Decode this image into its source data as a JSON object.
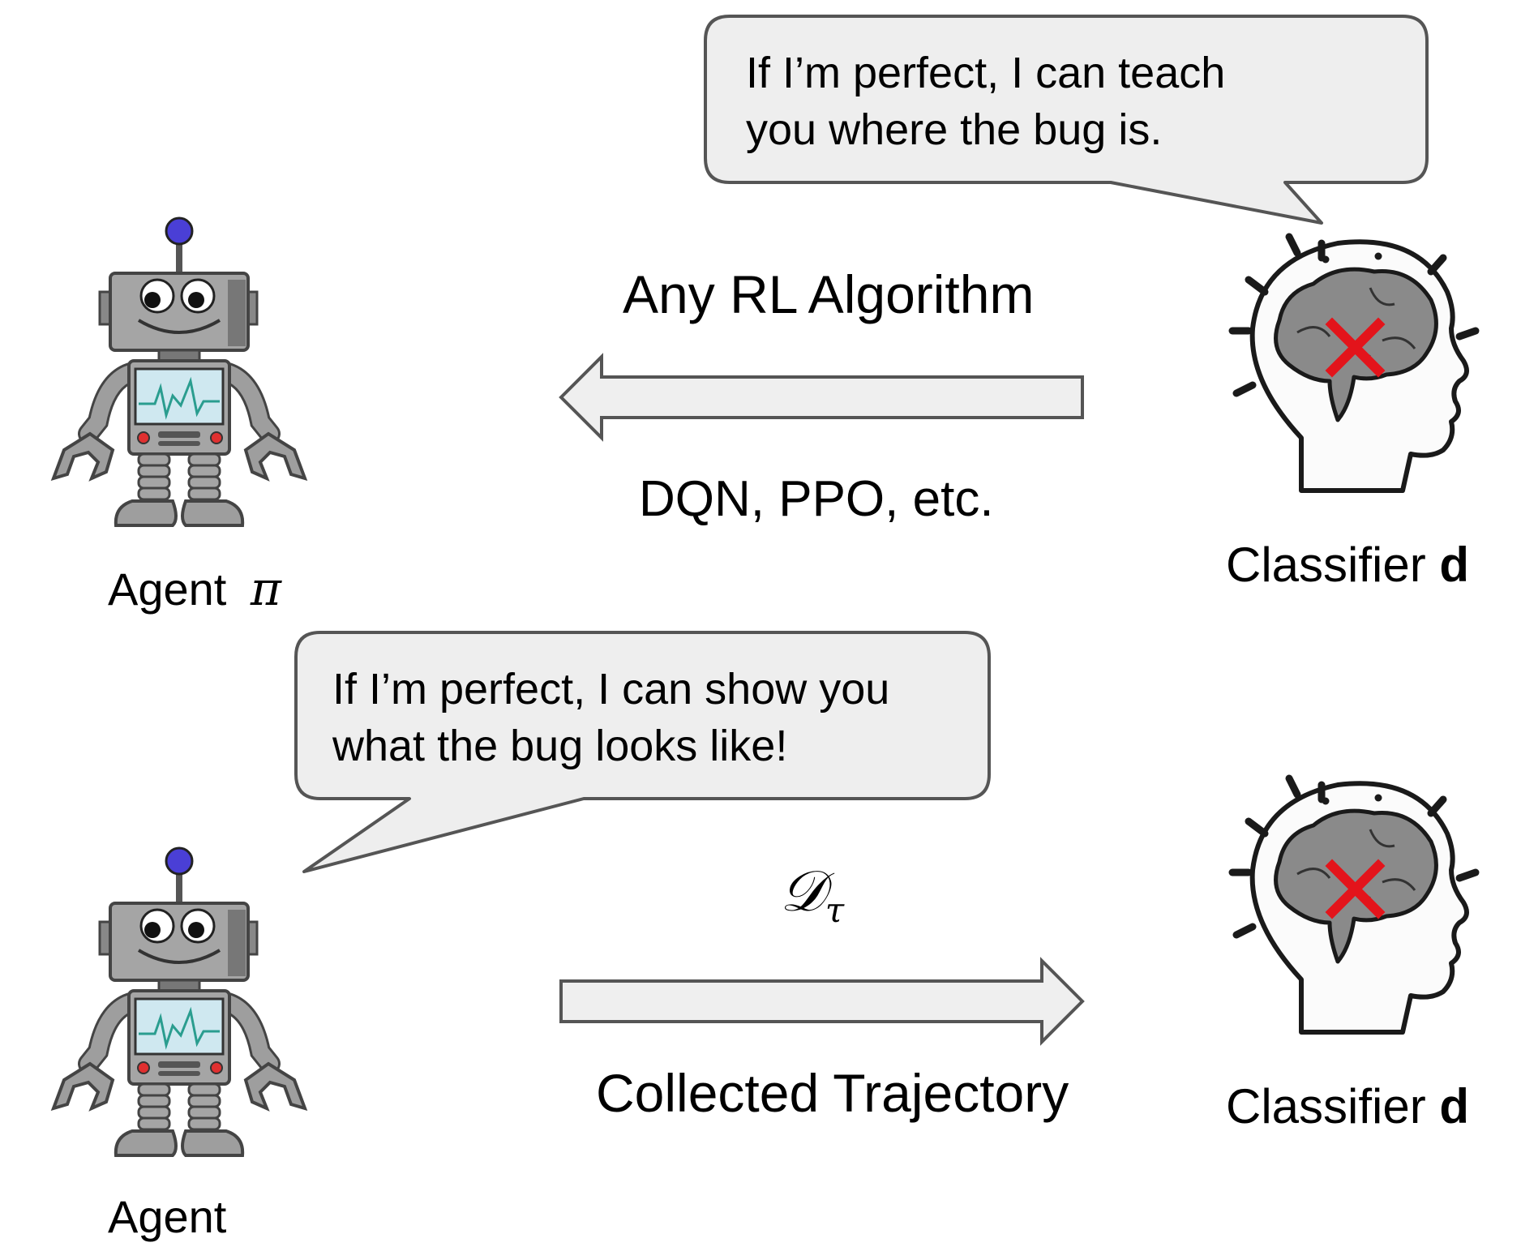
{
  "top": {
    "bubble": {
      "line1": "If I’m perfect, I can teach",
      "line2": "you where the bug is."
    },
    "arrow_label_top": "Any RL Algorithm",
    "arrow_label_bottom": "DQN, PPO, etc.",
    "agent_label": "Agent",
    "agent_symbol": "π",
    "classifier_label": "Classifier",
    "classifier_symbol": "d"
  },
  "bottom": {
    "bubble": {
      "line1": "If I’m perfect, I can show you",
      "line2": "what the bug looks like!"
    },
    "dataset_symbol": "𝒟",
    "dataset_subscript": "τ",
    "arrow_label": "Collected Trajectory",
    "agent_label": "Agent",
    "classifier_label": "Classifier",
    "classifier_symbol": "d"
  },
  "colors": {
    "bubble_fill": "#eeeeee",
    "arrow_fill": "#efefef",
    "outline": "#555555",
    "robot_gray": "#9e9e9e",
    "robot_dark": "#6f6f6f",
    "antenna_ball": "#4a3fd6",
    "screen": "#cfe8f0",
    "pulse": "#2a9d8f",
    "brain": "#8a8a8a",
    "x_mark": "#e3141b",
    "button_red": "#e03030"
  },
  "icons": [
    "robot-agent-icon",
    "brain-head-icon",
    "x-mark-icon"
  ]
}
